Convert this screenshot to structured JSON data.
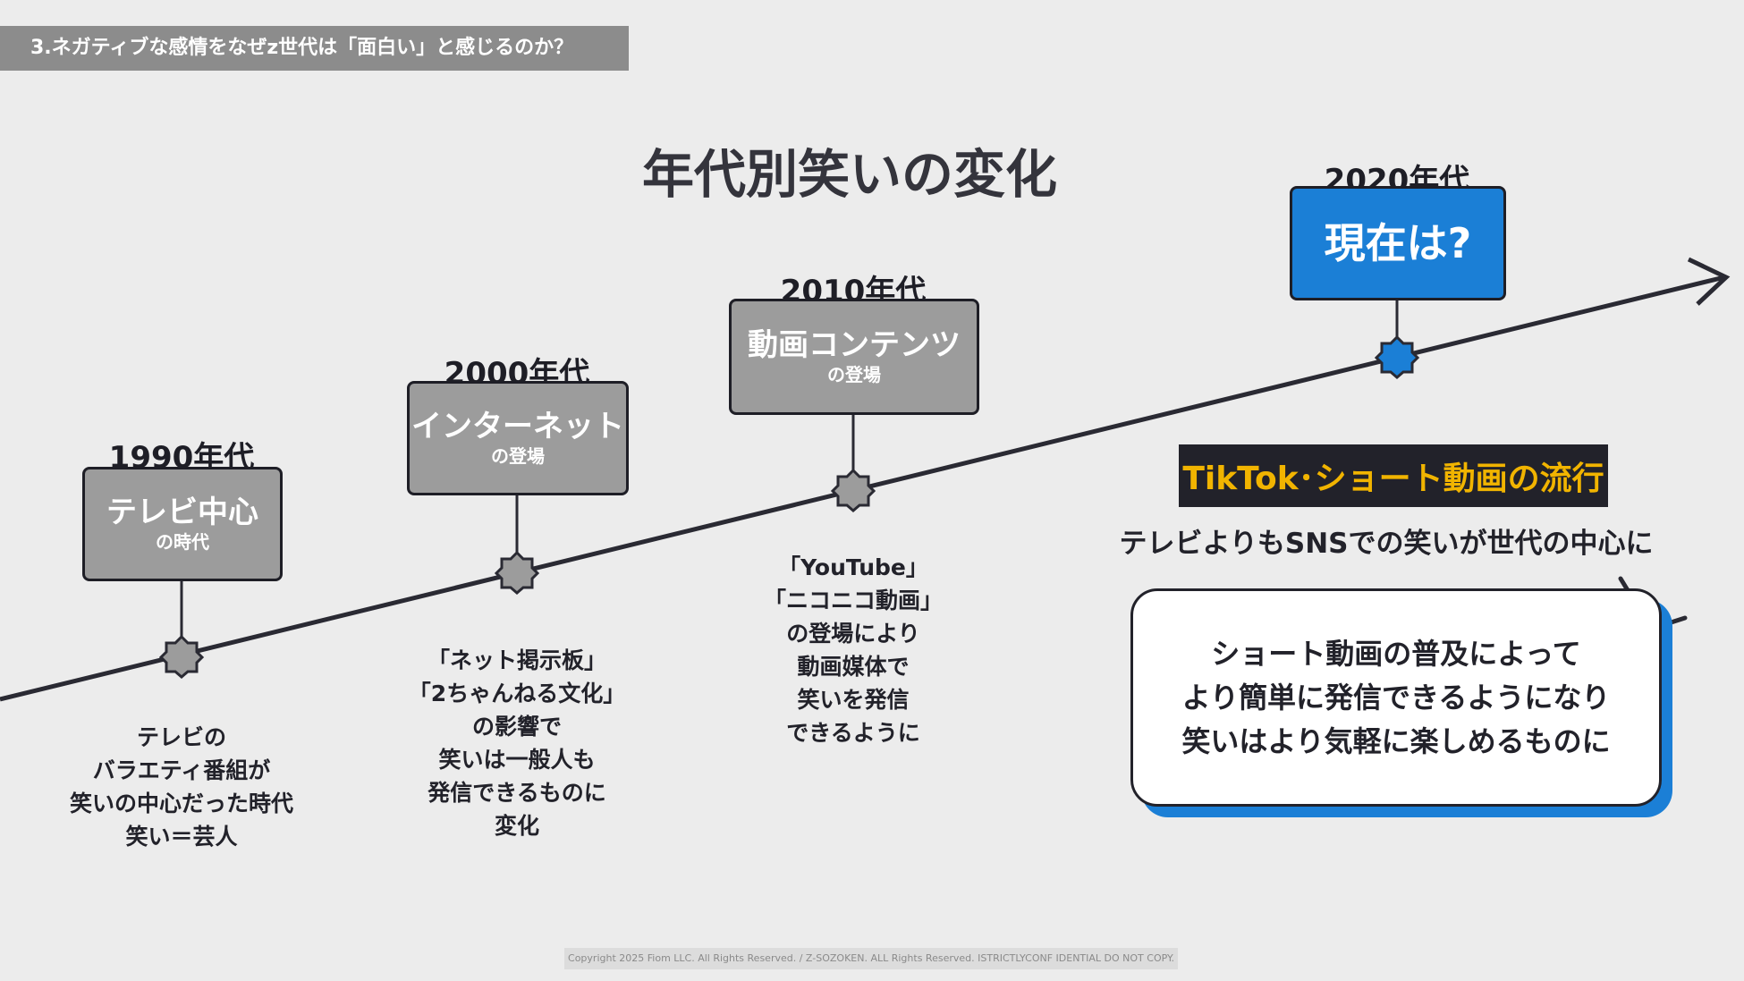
{
  "section_tag": "3.ネガティブな感情をなぜz世代は「面白い」と感じるのか？",
  "title": "年代別笑いの変化",
  "eras": [
    {
      "year": "1990年代",
      "box_main": "テレビ中心",
      "box_sub": "の時代",
      "description": [
        "テレビの",
        "バラエティ番組が",
        "笑いの中心だった時代",
        "笑い＝芸人"
      ]
    },
    {
      "year": "2000年代",
      "box_main": "インターネット",
      "box_sub": "の登場",
      "description": [
        "「ネット掲示板」",
        "「2ちゃんねる文化」",
        "の影響で",
        "笑いは一般人も",
        "発信できるものに",
        "変化"
      ]
    },
    {
      "year": "2010年代",
      "box_main": "動画コンテンツ",
      "box_sub": "の登場",
      "description": [
        "「YouTube」",
        "「ニコニコ動画」",
        "の登場により",
        "動画媒体で",
        "笑いを発信",
        "できるように"
      ]
    },
    {
      "year": "2020年代",
      "box_main": "現在は?",
      "box_sub": ""
    }
  ],
  "current": {
    "badge": "TikTok･ショート動画の流行",
    "headline": "テレビよりもSNSでの笑いが世代の中心に",
    "bubble_lines": [
      "ショート動画の普及によって",
      "より簡単に発信できるようになり",
      "笑いはより気軽に楽しめるものに"
    ]
  },
  "footer": "Copyright 2025 Fiom LLC. All Rights Reserved. / Z-SOZOKEN. ALL Rights Reserved. ISTRICTLYCONF IDENTIAL DO NOT COPY.",
  "colors": {
    "accent_blue": "#1b7fd6",
    "badge_text": "#f1b400",
    "box_gray": "#9c9c9c",
    "line_dark": "#2a2a33"
  }
}
